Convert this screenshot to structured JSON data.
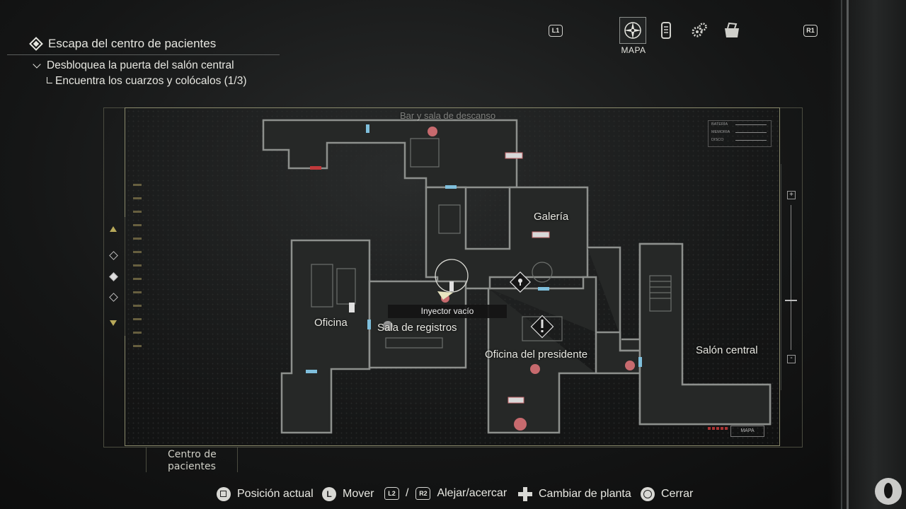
{
  "objectives": {
    "main": "Escapa del centro de pacientes",
    "sub": "Desbloquea la puerta del salón central",
    "subsub": "Encuentra los cuarzos y colócalos (1/3)"
  },
  "tabs": {
    "left_button": "L1",
    "right_button": "R1",
    "active_label": "MAPA",
    "icons": [
      "compass-icon",
      "files-icon",
      "gears-icon",
      "inventory-box-icon"
    ]
  },
  "map": {
    "area_name": "Centro de\npacientes",
    "area_line1": "Centro de",
    "area_line2": "pacientes",
    "rooms": {
      "bar": "Bar y sala de descanso",
      "galeria": "Galería",
      "oficina": "Oficina",
      "registros": "Sala de registros",
      "presidente": "Oficina del presidente",
      "salon": "Salón central"
    },
    "tooltip": "Inyector vacío",
    "stats": [
      "BATERÍA",
      "MEMORIA",
      "DISCO"
    ],
    "minimap_label": "MAPA",
    "colors": {
      "frame": "#8a8a6c",
      "locked_door": "#c0393b",
      "open_door": "#7fbfdc",
      "item": "#c76a6e"
    }
  },
  "prompts": [
    {
      "icon": "square-button-icon",
      "label": "Posición actual"
    },
    {
      "icon": "left-stick-icon",
      "label": "Mover"
    },
    {
      "icon": "l2-trigger-icon",
      "label": "L2"
    },
    {
      "icon": "r2-trigger-icon",
      "label": "R2"
    },
    {
      "icon": "dpad-icon",
      "label": "Cambiar de planta"
    },
    {
      "icon": "circle-button-icon",
      "label": "Cerrar"
    }
  ],
  "prompt_text": {
    "position": "Posición actual",
    "move": "Mover",
    "slash": "/",
    "zoom": "Alejar/acercar",
    "floor": "Cambiar de planta",
    "close": "Cerrar",
    "l2": "L2",
    "r2": "R2"
  }
}
